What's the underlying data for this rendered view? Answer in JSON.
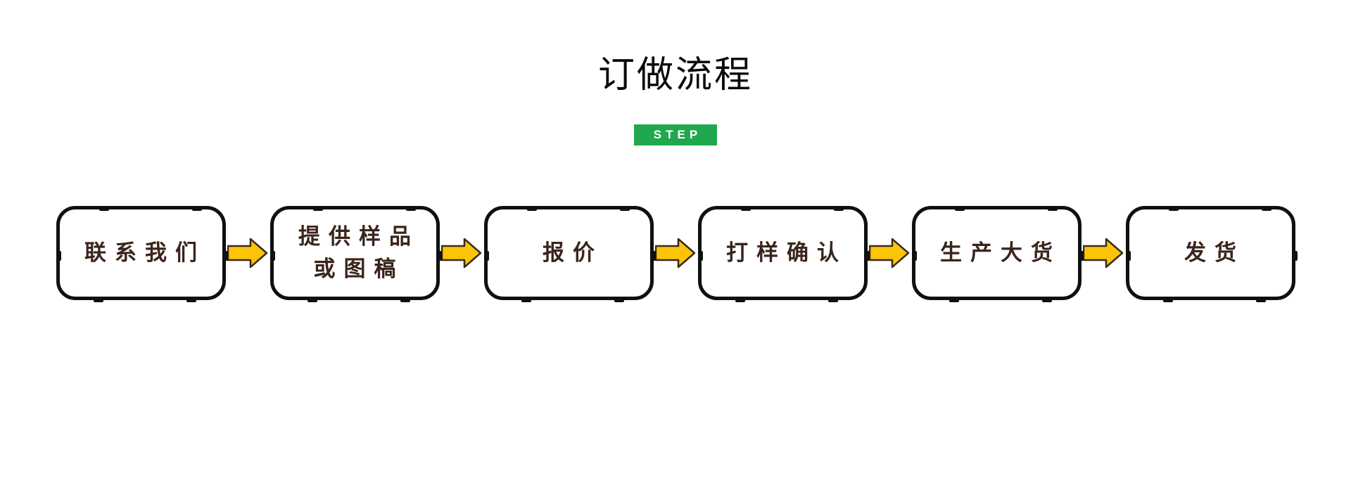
{
  "title": "订做流程",
  "badge": "STEP",
  "steps": [
    {
      "lines": [
        "联系我们",
        ""
      ]
    },
    {
      "lines": [
        "提供样品",
        "或图稿"
      ]
    },
    {
      "lines": [
        "报价",
        ""
      ]
    },
    {
      "lines": [
        "打样确认",
        ""
      ]
    },
    {
      "lines": [
        "生产大货",
        ""
      ]
    },
    {
      "lines": [
        "发货",
        ""
      ]
    }
  ],
  "colors": {
    "badge-bg": "#21A84E",
    "badge-text": "#FFFFFF",
    "box-border": "#101010",
    "box-text": "#3A241C",
    "arrow-fill": "#FBC407",
    "arrow-stroke": "#3A2A1E",
    "title-color": "#0A0A0A",
    "background": "#FFFFFF"
  }
}
